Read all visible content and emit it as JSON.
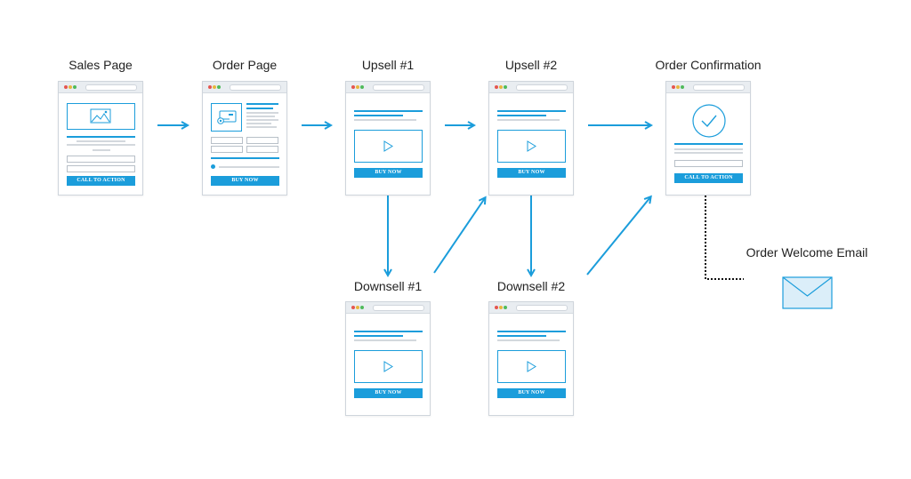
{
  "colors": {
    "accent": "#1b9ddb",
    "text": "#222222",
    "card_border": "#cfd5dc",
    "envelope_fill": "#dbeef9"
  },
  "labels": {
    "sales_page": "Sales Page",
    "order_page": "Order Page",
    "upsell_1": "Upsell #1",
    "upsell_2": "Upsell #2",
    "order_confirmation": "Order Confirmation",
    "downsell_1": "Downsell #1",
    "downsell_2": "Downsell #2",
    "order_welcome_email": "Order Welcome Email"
  },
  "buttons": {
    "call_to_action": "CALL TO ACTION",
    "buy_now": "BUY NOW"
  },
  "icons": {
    "window_controls": "window-dots-icon",
    "image_placeholder": "image-icon",
    "credit_card": "credit-card-icon",
    "video_play": "play-icon",
    "check_circle": "check-circle-icon",
    "envelope": "envelope-icon",
    "arrow": "arrow-right-icon"
  },
  "connections": [
    {
      "from": "Sales Page",
      "to": "Order Page",
      "style": "solid-arrow"
    },
    {
      "from": "Order Page",
      "to": "Upsell #1",
      "style": "solid-arrow"
    },
    {
      "from": "Upsell #1",
      "to": "Upsell #2",
      "style": "solid-arrow"
    },
    {
      "from": "Upsell #2",
      "to": "Order Confirmation",
      "style": "solid-arrow"
    },
    {
      "from": "Upsell #1",
      "to": "Downsell #1",
      "style": "solid-arrow"
    },
    {
      "from": "Downsell #1",
      "to": "Upsell #2",
      "style": "solid-arrow"
    },
    {
      "from": "Upsell #2",
      "to": "Downsell #2",
      "style": "solid-arrow"
    },
    {
      "from": "Downsell #2",
      "to": "Order Confirmation",
      "style": "solid-arrow"
    },
    {
      "from": "Order Confirmation",
      "to": "Order Welcome Email",
      "style": "dotted-line"
    }
  ]
}
